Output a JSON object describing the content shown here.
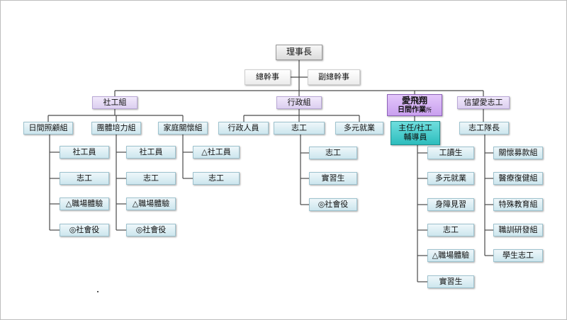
{
  "org": {
    "chairman": "理事長",
    "gm": "總幹事",
    "deputy_gm": "副總幹事",
    "social": {
      "title": "社工組",
      "day_care": {
        "title": "日間照顧組",
        "items": [
          "社工員",
          "志工",
          "△職場體驗",
          "◎社會役"
        ]
      },
      "empower": {
        "title": "團體培力組",
        "items": [
          "社工員",
          "志工",
          "△職場體驗",
          "◎社會役"
        ]
      },
      "family": {
        "title": "家庭關懷組",
        "items": [
          "△社工員",
          "志工"
        ]
      }
    },
    "admin": {
      "title": "行政組",
      "staff": "行政人員",
      "volunteer": {
        "title": "志工",
        "items": [
          "志工",
          "實習生",
          "◎社會役"
        ]
      },
      "employment": "多元就業"
    },
    "workshop": {
      "name": "愛飛翔",
      "subtitle": "日間作業",
      "suffix": "所",
      "director_line1": "主任/社工",
      "director_line2": "輔導員",
      "items": [
        "工讀生",
        "多元就業",
        "身障見習",
        "志工",
        "△職場體驗",
        "實習生"
      ]
    },
    "hope": {
      "title": "信望愛志工",
      "leader": "志工隊長",
      "items": [
        "關懷募款組",
        "醫療復健組",
        "特殊教育組",
        "職訓研發組",
        "學生志工"
      ]
    }
  }
}
